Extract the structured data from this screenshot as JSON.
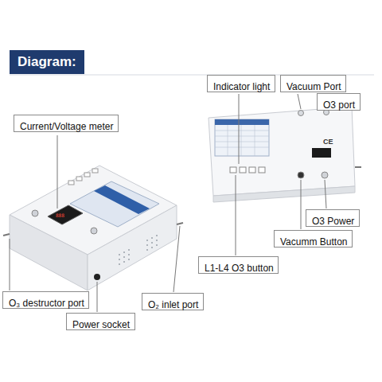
{
  "diagram": {
    "title": "Diagram:",
    "nodes": [
      {
        "text": [
          "Indicator light"
        ]
      },
      {
        "text": [
          "Vacuum Port"
        ]
      },
      {
        "text": [
          "O3 port"
        ]
      },
      {
        "text": [
          "Current/Voltage meter"
        ]
      },
      {
        "text": [
          "O3 Power"
        ]
      },
      {
        "text": [
          "Vacumm Button"
        ]
      },
      {
        "text": [
          "L1-L4 O3 button"
        ]
      },
      {
        "text": [
          "O₃ destructor port"
        ]
      },
      {
        "text": [
          "O₂ inlet port"
        ]
      },
      {
        "text": [
          "Power socket"
        ]
      }
    ],
    "edges": [],
    "labels": [
      "CE"
    ]
  }
}
